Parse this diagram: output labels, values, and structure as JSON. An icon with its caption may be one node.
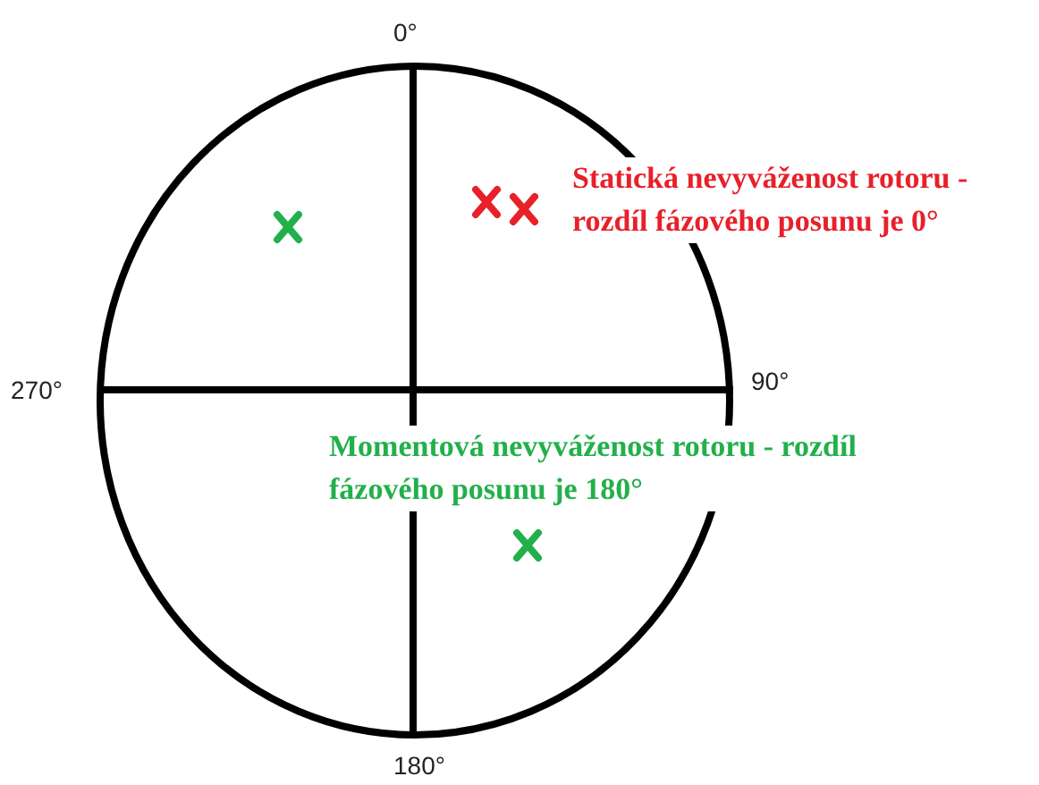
{
  "diagram": {
    "labels": [
      "0°",
      "Statická nevyváženost rotoru - rozdíl fázového posunu je 0°",
      "270°",
      "90°",
      "Momentová nevyváženost rotoru - rozdíl fázového posunu je 180°",
      "180°"
    ]
  }
}
